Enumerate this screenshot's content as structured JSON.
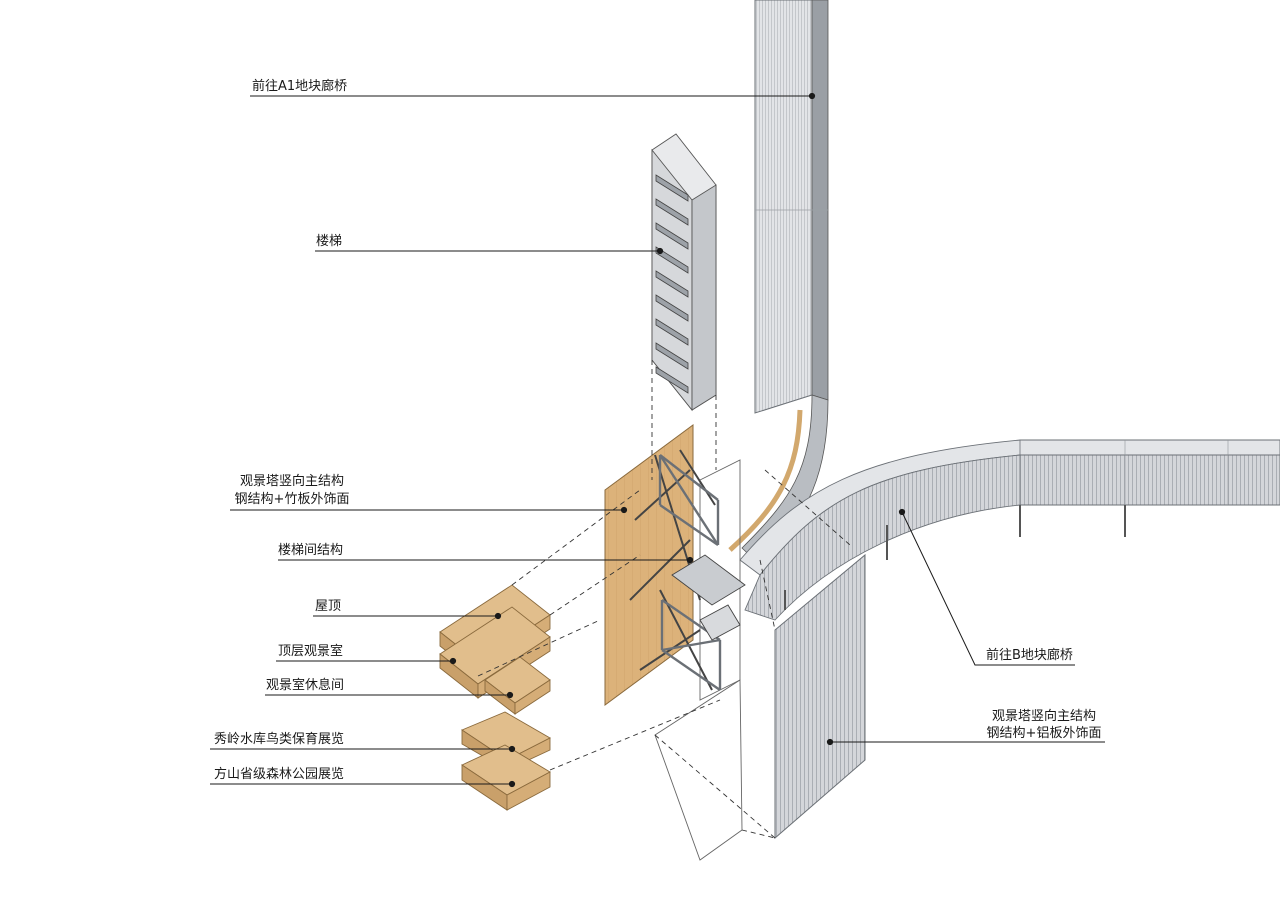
{
  "labels": {
    "bridge_a1": "前往A1地块廊桥",
    "stairs": "楼梯",
    "tower_main_line1": "观景塔竖向主结构",
    "tower_main_line2": "钢结构+竹板外饰面",
    "stair_structure": "楼梯间结构",
    "roof": "屋顶",
    "top_observation": "顶层观景室",
    "observation_lounge": "观景室休息间",
    "xiuling_exhibit": "秀岭水库鸟类保育展览",
    "fangshan_exhibit": "方山省级森林公园展览",
    "bridge_b": "前往B地块廊桥",
    "tower_alu_line1": "观景塔竖向主结构",
    "tower_alu_line2": "钢结构+铝板外饰面"
  },
  "colors": {
    "wood": "#d9b27c",
    "wood_dark": "#b88e57",
    "metal": "#cfd2d6",
    "metal_dark": "#9ea3a9",
    "line": "#1a1a1a"
  }
}
